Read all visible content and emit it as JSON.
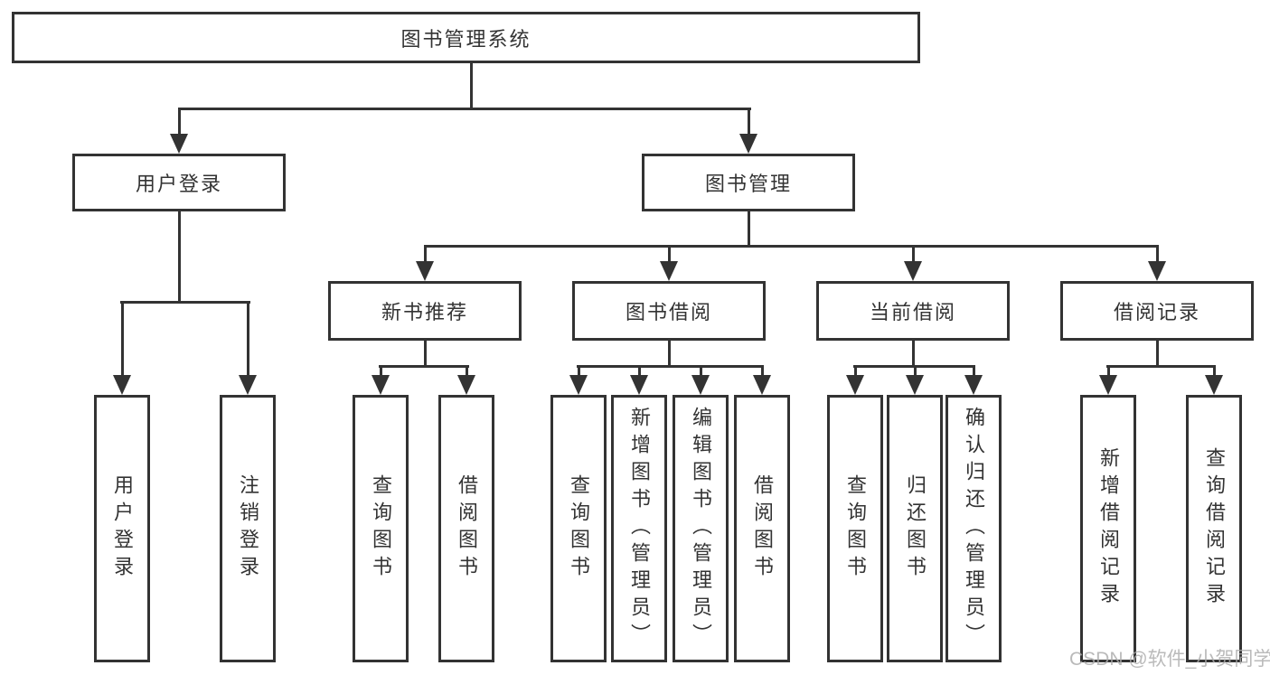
{
  "diagram": {
    "title": "图书管理系统",
    "type": "hierarchy-tree",
    "colors": {
      "line": "#333333",
      "text": "#333333",
      "background": "#ffffff",
      "watermark": "#ababab"
    },
    "watermark": "CSDN @软件_小贺同学",
    "nodes": {
      "root": "图书管理系统",
      "user_login": "用户登录",
      "book_mgmt": "图书管理",
      "new_book_rec": "新书推荐",
      "book_borrow": "图书借阅",
      "current_borrow": "当前借阅",
      "borrow_records": "借阅记录",
      "leaf_user_login": "用户登录",
      "leaf_logout": "注销登录",
      "leaf_query_books_rec": "查询图书",
      "leaf_borrow_books_rec": "借阅图书",
      "leaf_query_books_borrow": "查询图书",
      "leaf_add_books_admin": "新增图书（管理员）",
      "leaf_edit_books_admin": "编辑图书（管理员）",
      "leaf_borrow_books_borrow": "借阅图书",
      "leaf_query_books_current": "查询图书",
      "leaf_return_books": "归还图书",
      "leaf_confirm_return_admin": "确认归还（管理员）",
      "leaf_add_borrow_record": "新增借阅记录",
      "leaf_query_borrow_record": "查询借阅记录"
    },
    "hierarchy": {
      "图书管理系统": [
        "用户登录",
        "图书管理"
      ],
      "用户登录": [
        "用户登录",
        "注销登录"
      ],
      "图书管理": [
        "新书推荐",
        "图书借阅",
        "当前借阅",
        "借阅记录"
      ],
      "新书推荐": [
        "查询图书",
        "借阅图书"
      ],
      "图书借阅": [
        "查询图书",
        "新增图书（管理员）",
        "编辑图书（管理员）",
        "借阅图书"
      ],
      "当前借阅": [
        "查询图书",
        "归还图书",
        "确认归还（管理员）"
      ],
      "借阅记录": [
        "新增借阅记录",
        "查询借阅记录"
      ]
    }
  }
}
